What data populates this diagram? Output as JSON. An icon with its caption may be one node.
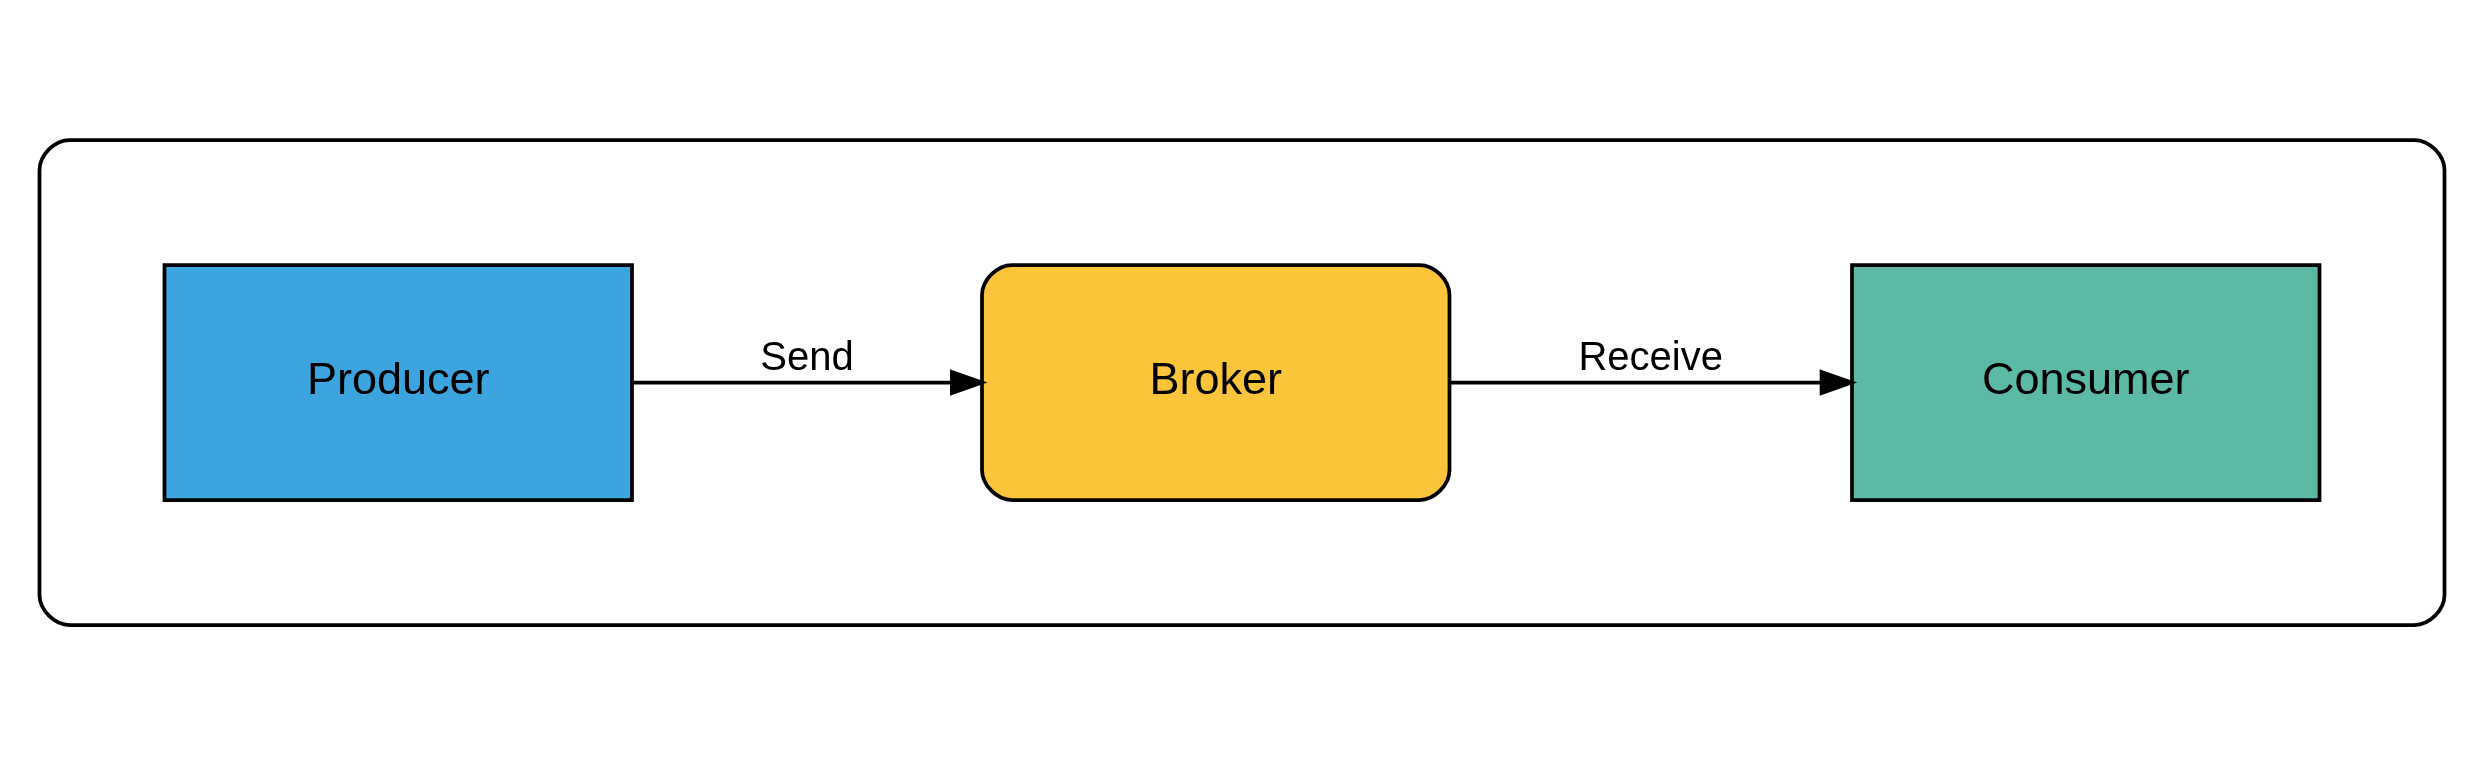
{
  "diagram": {
    "nodes": [
      {
        "text": [],
        "shape": "box"
      },
      {
        "text": [
          "Producer"
        ],
        "in": 0
      },
      {
        "text": [
          "Broker"
        ],
        "in": 0
      },
      {
        "text": [
          "Consumer"
        ],
        "in": 0
      }
    ],
    "edges": [
      {
        "from": 1,
        "to": 2,
        "arrow": "to",
        "label": "Send"
      },
      {
        "from": 2,
        "to": 3,
        "arrow": "to",
        "label": "Receive"
      }
    ]
  }
}
